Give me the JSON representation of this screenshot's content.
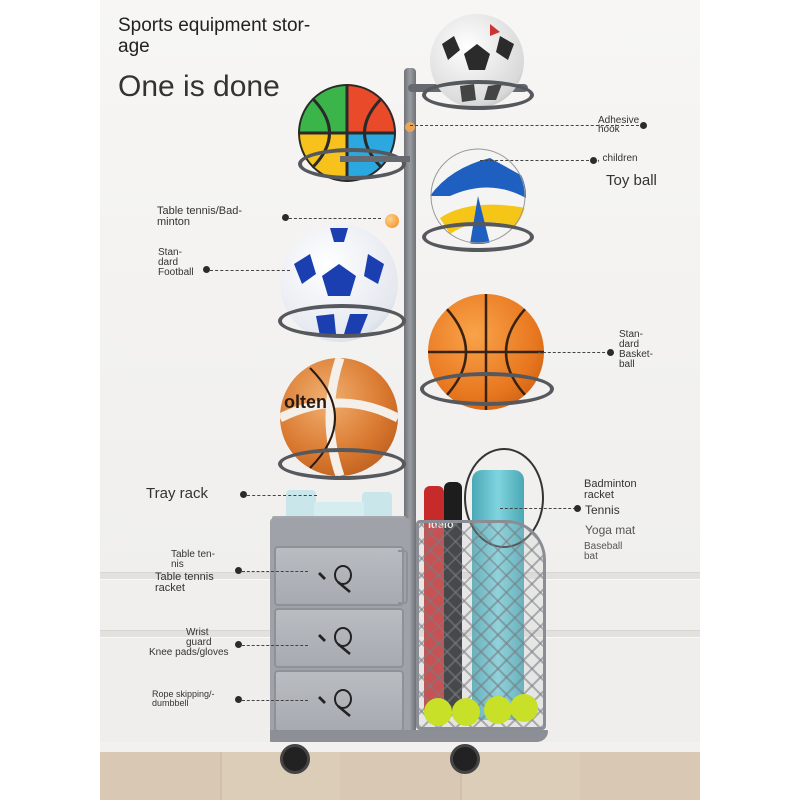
{
  "heading": {
    "title": "Sports equipment stor-\nage",
    "subtitle": "One is done"
  },
  "labels": {
    "adhesive_hook": "Adhesive\nhook",
    "children": ", children",
    "toy_ball": "Toy ball",
    "table_tennis_badminton": "Table tennis/Bad-\nminton",
    "standard_football": "Stan-\ndard\nFootball",
    "standard_basketball": "Stan-\ndard\nBasket-\nball",
    "tray_rack": "Tray rack",
    "badminton_racket": "Badminton\nracket",
    "tennis": "Tennis",
    "yoga_mat": "Yoga mat",
    "baseball_bat": "Baseball\nbat",
    "table_tennis": "Table ten-\nnis",
    "table_tennis_racket": "Table tennis\nracket",
    "wrist_guard": "Wrist\nguard",
    "knee_pads_gloves": "Knee pads/gloves",
    "rope_skipping_dumbbell": "Rope skipping/-\ndumbbell"
  },
  "product_text": {
    "bat_brand": "ldelo",
    "ball_brand": "olten"
  },
  "colors": {
    "accent_orange": "#e8771f",
    "frame_gray": "#6e7176",
    "text": "#333333"
  }
}
